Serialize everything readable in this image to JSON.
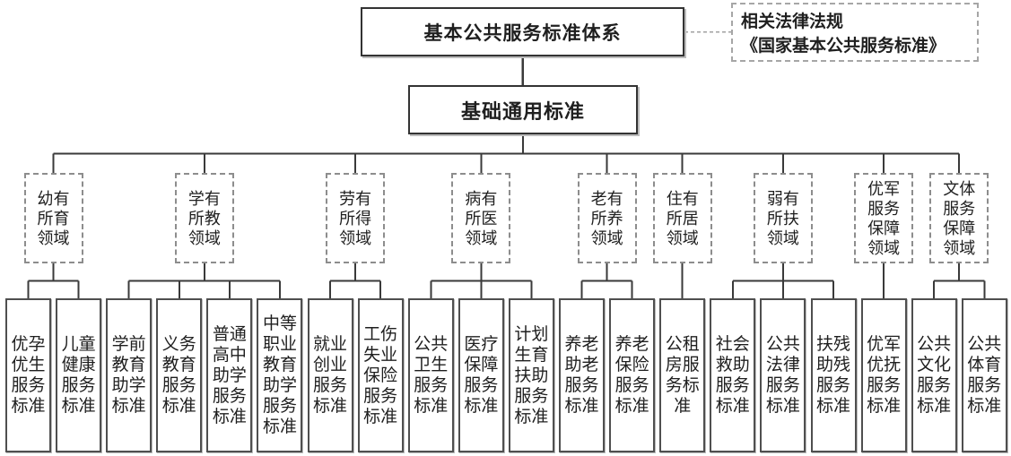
{
  "root": {
    "title": "基本公共服务标准体系"
  },
  "law": {
    "line1": "相关法律法规",
    "line2": "《国家基本公共服务标准》"
  },
  "base": {
    "title": "基础通用标准"
  },
  "groups": [
    {
      "domain": "幼有所育领域",
      "children": [
        "优孕优生服务标准",
        "儿童健康服务标准"
      ]
    },
    {
      "domain": "学有所教领域",
      "children": [
        "学前教育助学标准",
        "义务教育服务标准",
        "普通高中助学服务标准",
        "中等职业教育助学服务标准"
      ]
    },
    {
      "domain": "劳有所得领域",
      "children": [
        "就业创业服务标准",
        "工伤失业保险服务标准"
      ]
    },
    {
      "domain": "病有所医领域",
      "children": [
        "公共卫生服务标准",
        "医疗保障服务标准",
        "计划生育扶助服务标准"
      ]
    },
    {
      "domain": "老有所养领域",
      "children": [
        "养老助老服务标准",
        "养老保险服务标准"
      ]
    },
    {
      "domain": "住有所居领域",
      "children": [
        "公租房服务标准"
      ]
    },
    {
      "domain": "弱有所扶领域",
      "children": [
        "社会救助服务标准",
        "公共法律服务标准",
        "扶残助残服务标准"
      ]
    },
    {
      "domain": "优军服务保障领域",
      "children": [
        "优军优抚服务标准"
      ]
    },
    {
      "domain": "文体服务保障领域",
      "children": [
        "公共文化服务标准",
        "公共体育服务标准"
      ]
    }
  ],
  "colors": {
    "background": "#ffffff",
    "text": "#1f1f1f",
    "solid_border": "#333333",
    "child_border": "#4f4f4f",
    "dashed_border": "#8d8d8d",
    "connector": "#3a3a3a",
    "dashed_connector": "#a0a0a0"
  }
}
